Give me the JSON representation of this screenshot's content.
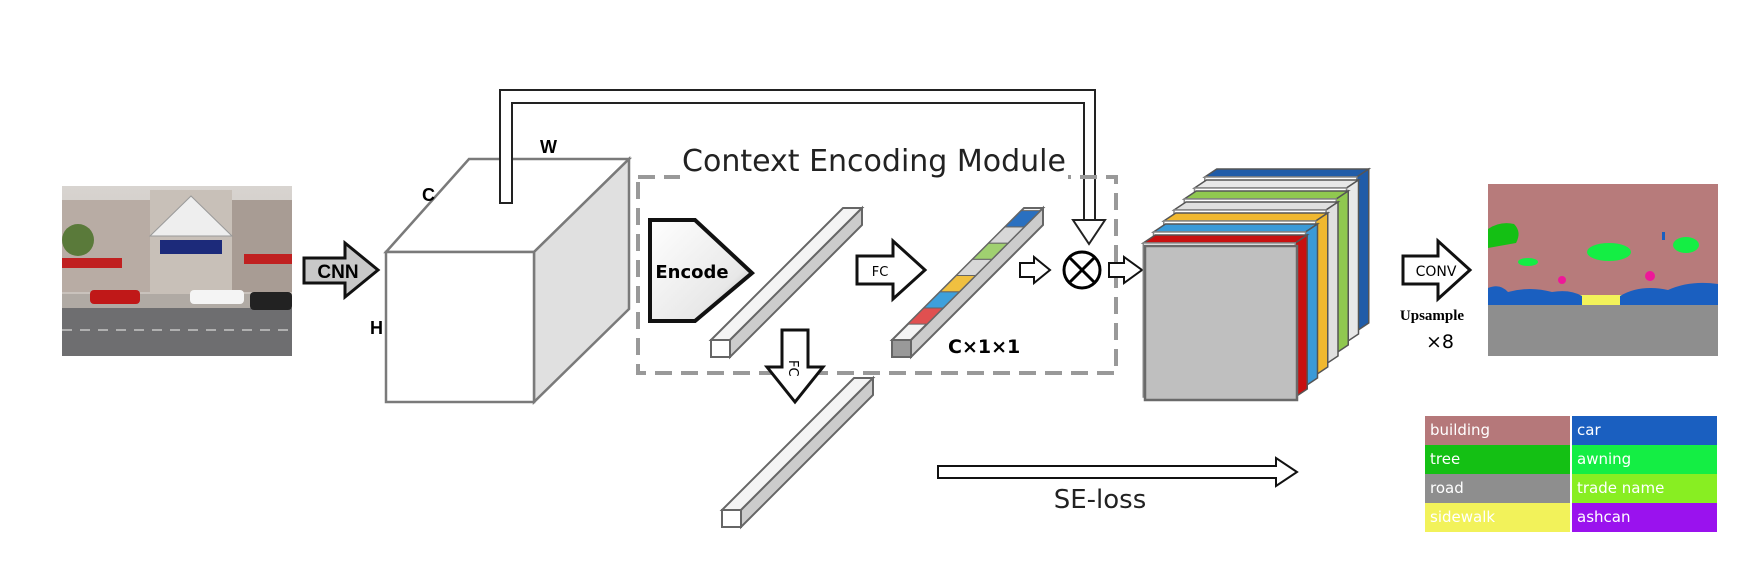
{
  "title": "Context Encoding Module",
  "labels": {
    "cnn": "CNN",
    "c": "C",
    "w": "W",
    "h": "H",
    "encode": "Encode",
    "fc_top": "FC",
    "fc_down": "FC",
    "vector_shape": "C×1×1",
    "conv": "CONV",
    "upsample": "Upsample",
    "upsample_factor": "×8",
    "se_loss": "SE-loss"
  },
  "vector_colors": [
    "#e05050",
    "#3ea0dc",
    "#f0c040",
    "#d8d8d8",
    "#a0d070",
    "#d8d8d8",
    "#2a70c0"
  ],
  "stack_colors": [
    "#c81010",
    "#3a9ad8",
    "#f0b830",
    "#e0e0e0",
    "#90c850",
    "#e8e8e8",
    "#205ca8"
  ],
  "legend": [
    {
      "label": "building",
      "color": "#b5787a"
    },
    {
      "label": "car",
      "color": "#1a5fc0"
    },
    {
      "label": "tree",
      "color": "#14c014"
    },
    {
      "label": "awning",
      "color": "#14ee44"
    },
    {
      "label": "road",
      "color": "#8e8e8e"
    },
    {
      "label": "trade name",
      "color": "#88ee22"
    },
    {
      "label": "sidewalk",
      "color": "#f2f25a"
    },
    {
      "label": "ashcan",
      "color": "#9a12ee"
    }
  ]
}
